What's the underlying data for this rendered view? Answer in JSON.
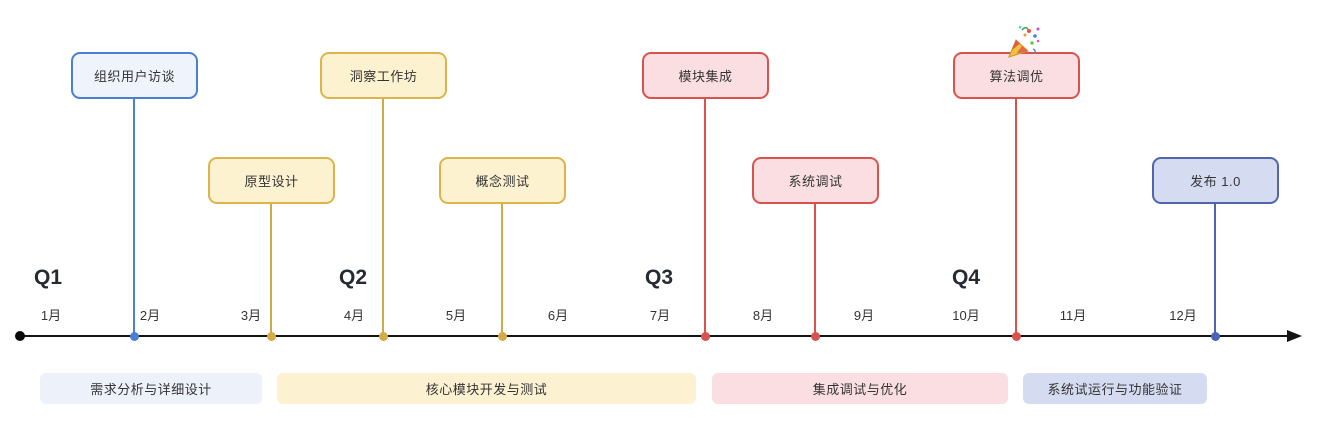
{
  "diagram": {
    "type": "timeline-roadmap",
    "background": "#ffffff",
    "quarters": [
      "Q1",
      "Q2",
      "Q3",
      "Q4"
    ],
    "months": [
      "1月",
      "2月",
      "3月",
      "4月",
      "5月",
      "6月",
      "7月",
      "8月",
      "9月",
      "10月",
      "11月",
      "12月"
    ],
    "events": [
      {
        "label": "组织用户访谈",
        "month": "2月",
        "row": "top",
        "accent": "#4a7fd4",
        "fill": "#eef3fc"
      },
      {
        "label": "原型设计",
        "month": "3月",
        "row": "bottom",
        "accent": "#ddb44c",
        "fill": "#fdf2d0"
      },
      {
        "label": "洞察工作坊",
        "month": "4月",
        "row": "top",
        "accent": "#ddb44c",
        "fill": "#fdf2d0"
      },
      {
        "label": "概念测试",
        "month": "5月",
        "row": "bottom",
        "accent": "#ddb44c",
        "fill": "#fdf2d0"
      },
      {
        "label": "模块集成",
        "month": "7月",
        "row": "top",
        "accent": "#d9534e",
        "fill": "#fbdee1"
      },
      {
        "label": "系统调试",
        "month": "8月",
        "row": "bottom",
        "accent": "#d9534e",
        "fill": "#fbdee1"
      },
      {
        "label": "算法调优",
        "month": "10月",
        "row": "top",
        "accent": "#d9534e",
        "fill": "#fbdee1",
        "emoji": "🎉"
      },
      {
        "label": "发布 1.0",
        "month": "12月",
        "row": "bottom",
        "accent": "#5264ae",
        "fill": "#d5dcf2"
      }
    ],
    "phases": [
      {
        "label": "需求分析与详细设计",
        "fill": "#edf1fa"
      },
      {
        "label": "核心模块开发与测试",
        "fill": "#fcf2d2"
      },
      {
        "label": "集成调试与优化",
        "fill": "#fbdee1"
      },
      {
        "label": "系统试运行与功能验证",
        "fill": "#d5dcf2"
      }
    ],
    "axis_color": "#141414"
  }
}
